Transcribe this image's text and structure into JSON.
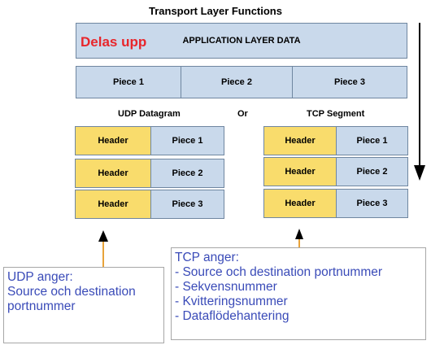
{
  "title": "Transport Layer Functions",
  "application_label": "APPLICATION LAYER DATA",
  "delas_upp": "Delas upp",
  "pieces": [
    "Piece 1",
    "Piece 2",
    "Piece 3"
  ],
  "udp": {
    "label": "UDP Datagram",
    "rows": [
      {
        "header": "Header",
        "piece": "Piece 1"
      },
      {
        "header": "Header",
        "piece": "Piece 2"
      },
      {
        "header": "Header",
        "piece": "Piece 3"
      }
    ]
  },
  "or_label": "Or",
  "tcp": {
    "label": "TCP Segment",
    "rows": [
      {
        "header": "Header",
        "piece": "Piece 1"
      },
      {
        "header": "Header",
        "piece": "Piece 2"
      },
      {
        "header": "Header",
        "piece": "Piece 3"
      }
    ]
  },
  "udp_callout": {
    "lines": [
      "UDP anger:",
      "Source och destination",
      "portnummer"
    ]
  },
  "tcp_callout": {
    "lines": [
      "TCP anger:",
      "- Source och destination portnummer",
      "- Sekvensnummer",
      "- Kvitteringsnummer",
      "- Dataflödehantering"
    ]
  },
  "colors": {
    "piece_fill": "#c9d9eb",
    "header_fill": "#f9dc6c",
    "arrow_orange": "#e8a33a",
    "delas_red": "#e8262b",
    "callout_text": "#3a4bb8"
  }
}
